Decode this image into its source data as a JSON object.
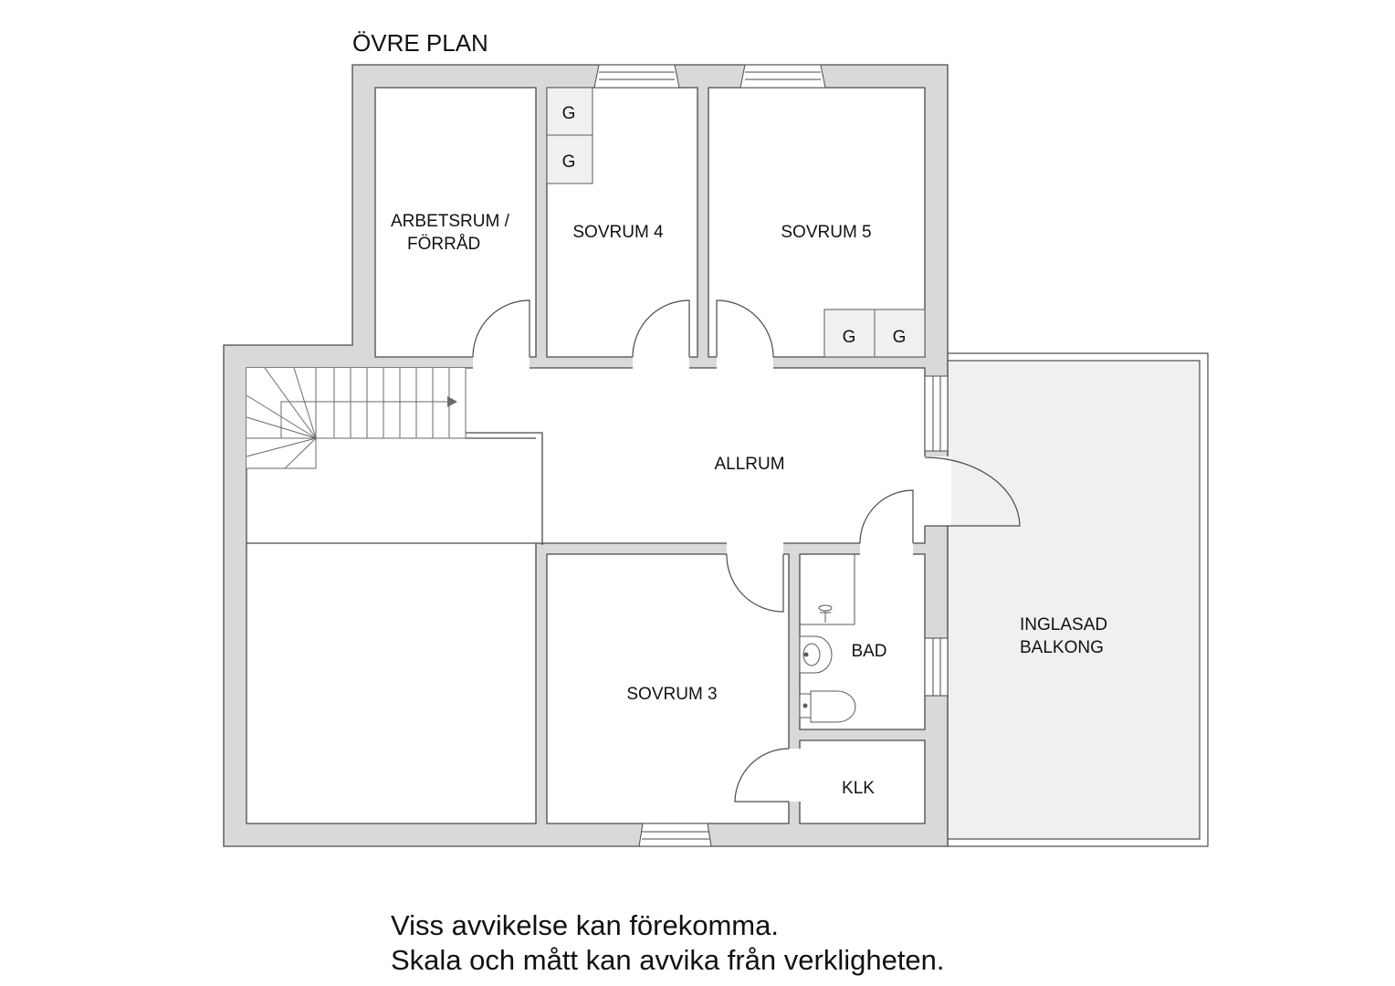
{
  "plan_title": "ÖVRE PLAN",
  "rooms": {
    "arbetsrum_line1": "ARBETSRUM /",
    "arbetsrum_line2": "FÖRRÅD",
    "sovrum4": "SOVRUM 4",
    "sovrum5": "SOVRUM 5",
    "allrum": "ALLRUM",
    "sovrum3": "SOVRUM 3",
    "bad": "BAD",
    "klk": "KLK",
    "balkong_line1": "INGLASAD",
    "balkong_line2": "BALKONG"
  },
  "wardrobe_label": "G",
  "disclaimer": {
    "line1": "Viss avvikelse kan förekomma.",
    "line2": "Skala och mått kan avvika från verkligheten."
  },
  "colors": {
    "wall": "#d9d9d9",
    "outline": "#4a4a4a",
    "balcony": "#f0f0f0"
  }
}
